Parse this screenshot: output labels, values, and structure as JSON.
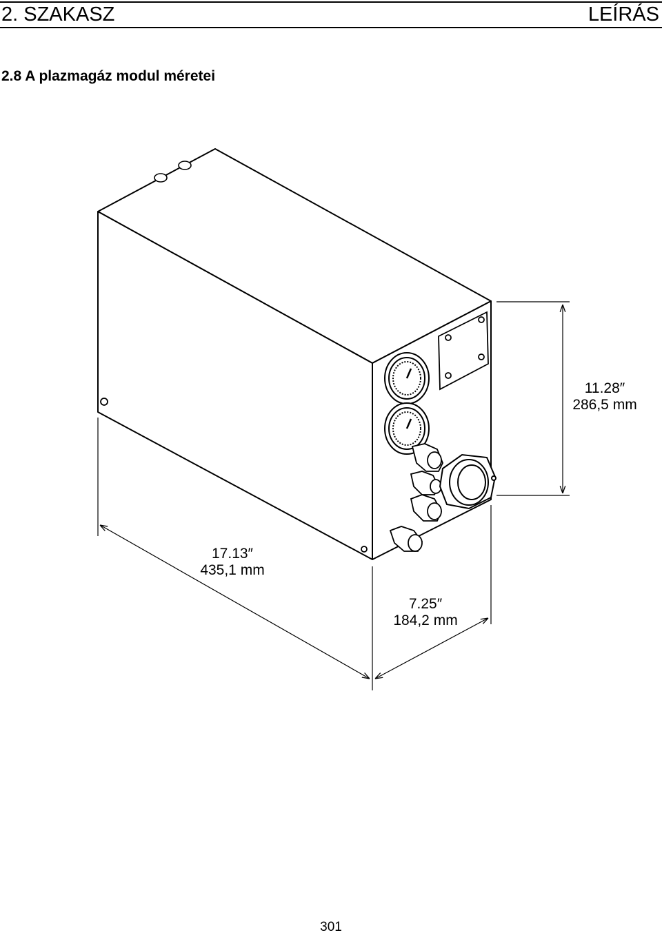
{
  "header": {
    "section": "2. SZAKASZ",
    "section_name": "LEÍRÁS"
  },
  "subsection": {
    "title": "2.8  A plazmagáz modul méretei"
  },
  "dimensions": {
    "height": {
      "inches": "11.28″",
      "mm": "286,5 mm"
    },
    "length": {
      "inches": "17.13″",
      "mm": "435,1 mm"
    },
    "width": {
      "inches": "7.25″",
      "mm": "184,2 mm"
    }
  },
  "footer": {
    "page_number": "301"
  }
}
